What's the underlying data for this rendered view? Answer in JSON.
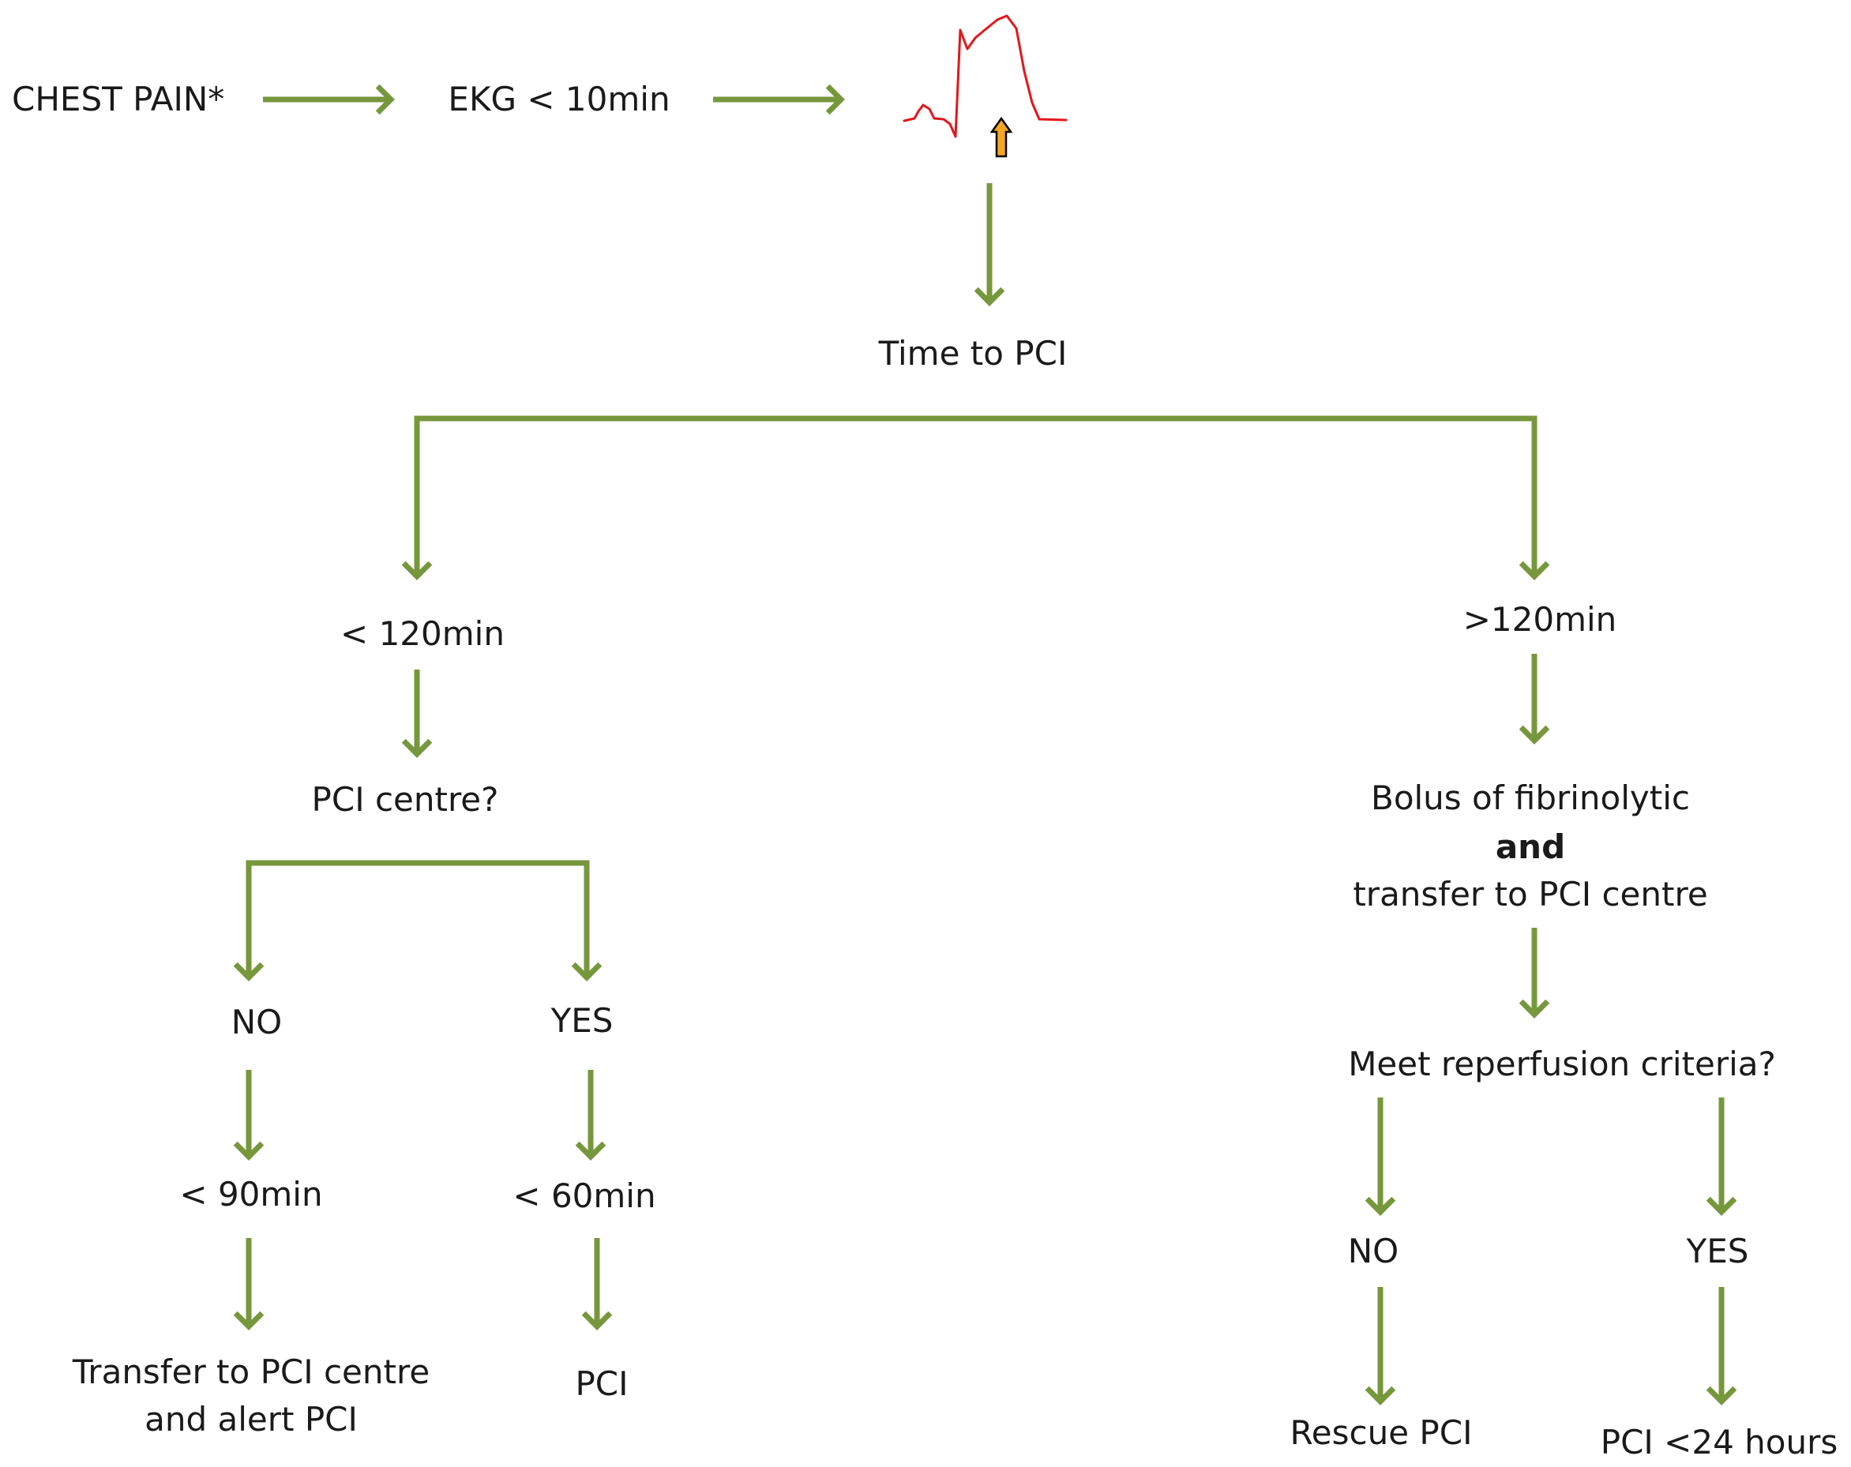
{
  "colors": {
    "arrow": "#77973d",
    "ecg_trace": "#e0181c",
    "marker_fill": "#f5a623",
    "marker_stroke": "#000000",
    "text": "#1a1a1a"
  },
  "icons": {
    "ecg": "ecg-trace-icon",
    "marker": "up-arrow-marker-icon"
  },
  "nodes": {
    "chest_pain": "CHEST PAIN*",
    "ekg": "EKG < 10min",
    "time_to_pci": "Time to PCI",
    "lt120": "< 120min",
    "pci_centre_q": "PCI centre?",
    "no_left": "NO",
    "yes_left": "YES",
    "lt90": "< 90min",
    "lt60": "< 60min",
    "transfer_line1": "Transfer to PCI centre",
    "transfer_line2": "and alert PCI",
    "pci": "PCI",
    "gt120": ">120min",
    "bolus_line1": "Bolus of fibrinolytic",
    "bolus_line2": "and",
    "bolus_line3": "transfer to PCI centre",
    "reperfusion_q": "Meet reperfusion criteria?",
    "no_right": "NO",
    "yes_right": "YES",
    "rescue_pci": "Rescue PCI",
    "pci_24h": "PCI <24 hours"
  }
}
